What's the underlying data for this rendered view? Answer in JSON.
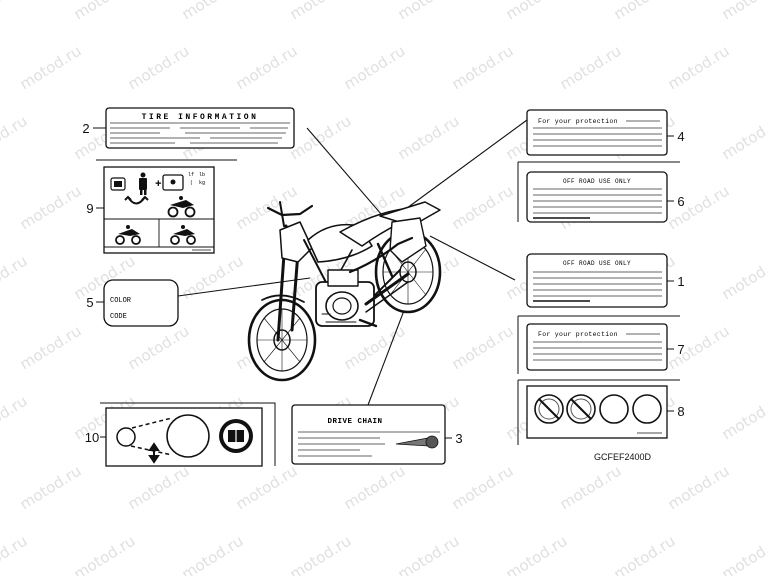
{
  "diagram_code": "GCFEF2400D",
  "watermark": "motod.ru",
  "labels": {
    "tire": {
      "callout": "2",
      "title": "TIRE INFORMATION"
    },
    "protection_top": {
      "callout": "4",
      "text": "For your protection"
    },
    "offroad_top": {
      "callout": "6",
      "text": "OFF ROAD USE ONLY"
    },
    "offroad_mid": {
      "callout": "1",
      "text": "OFF ROAD USE ONLY"
    },
    "protection_bottom": {
      "callout": "7",
      "text": "For your protection"
    },
    "warning_circles": {
      "callout": "8"
    },
    "rider_pictograms": {
      "callout": "9",
      "unit_top": "lb",
      "unit_bottom": "kg"
    },
    "color_code": {
      "callout": "5",
      "line1": "COLOR",
      "line2": "CODE"
    },
    "chain_adjust": {
      "callout": "10"
    },
    "drive_chain": {
      "callout": "3",
      "title": "DRIVE CHAIN"
    }
  }
}
